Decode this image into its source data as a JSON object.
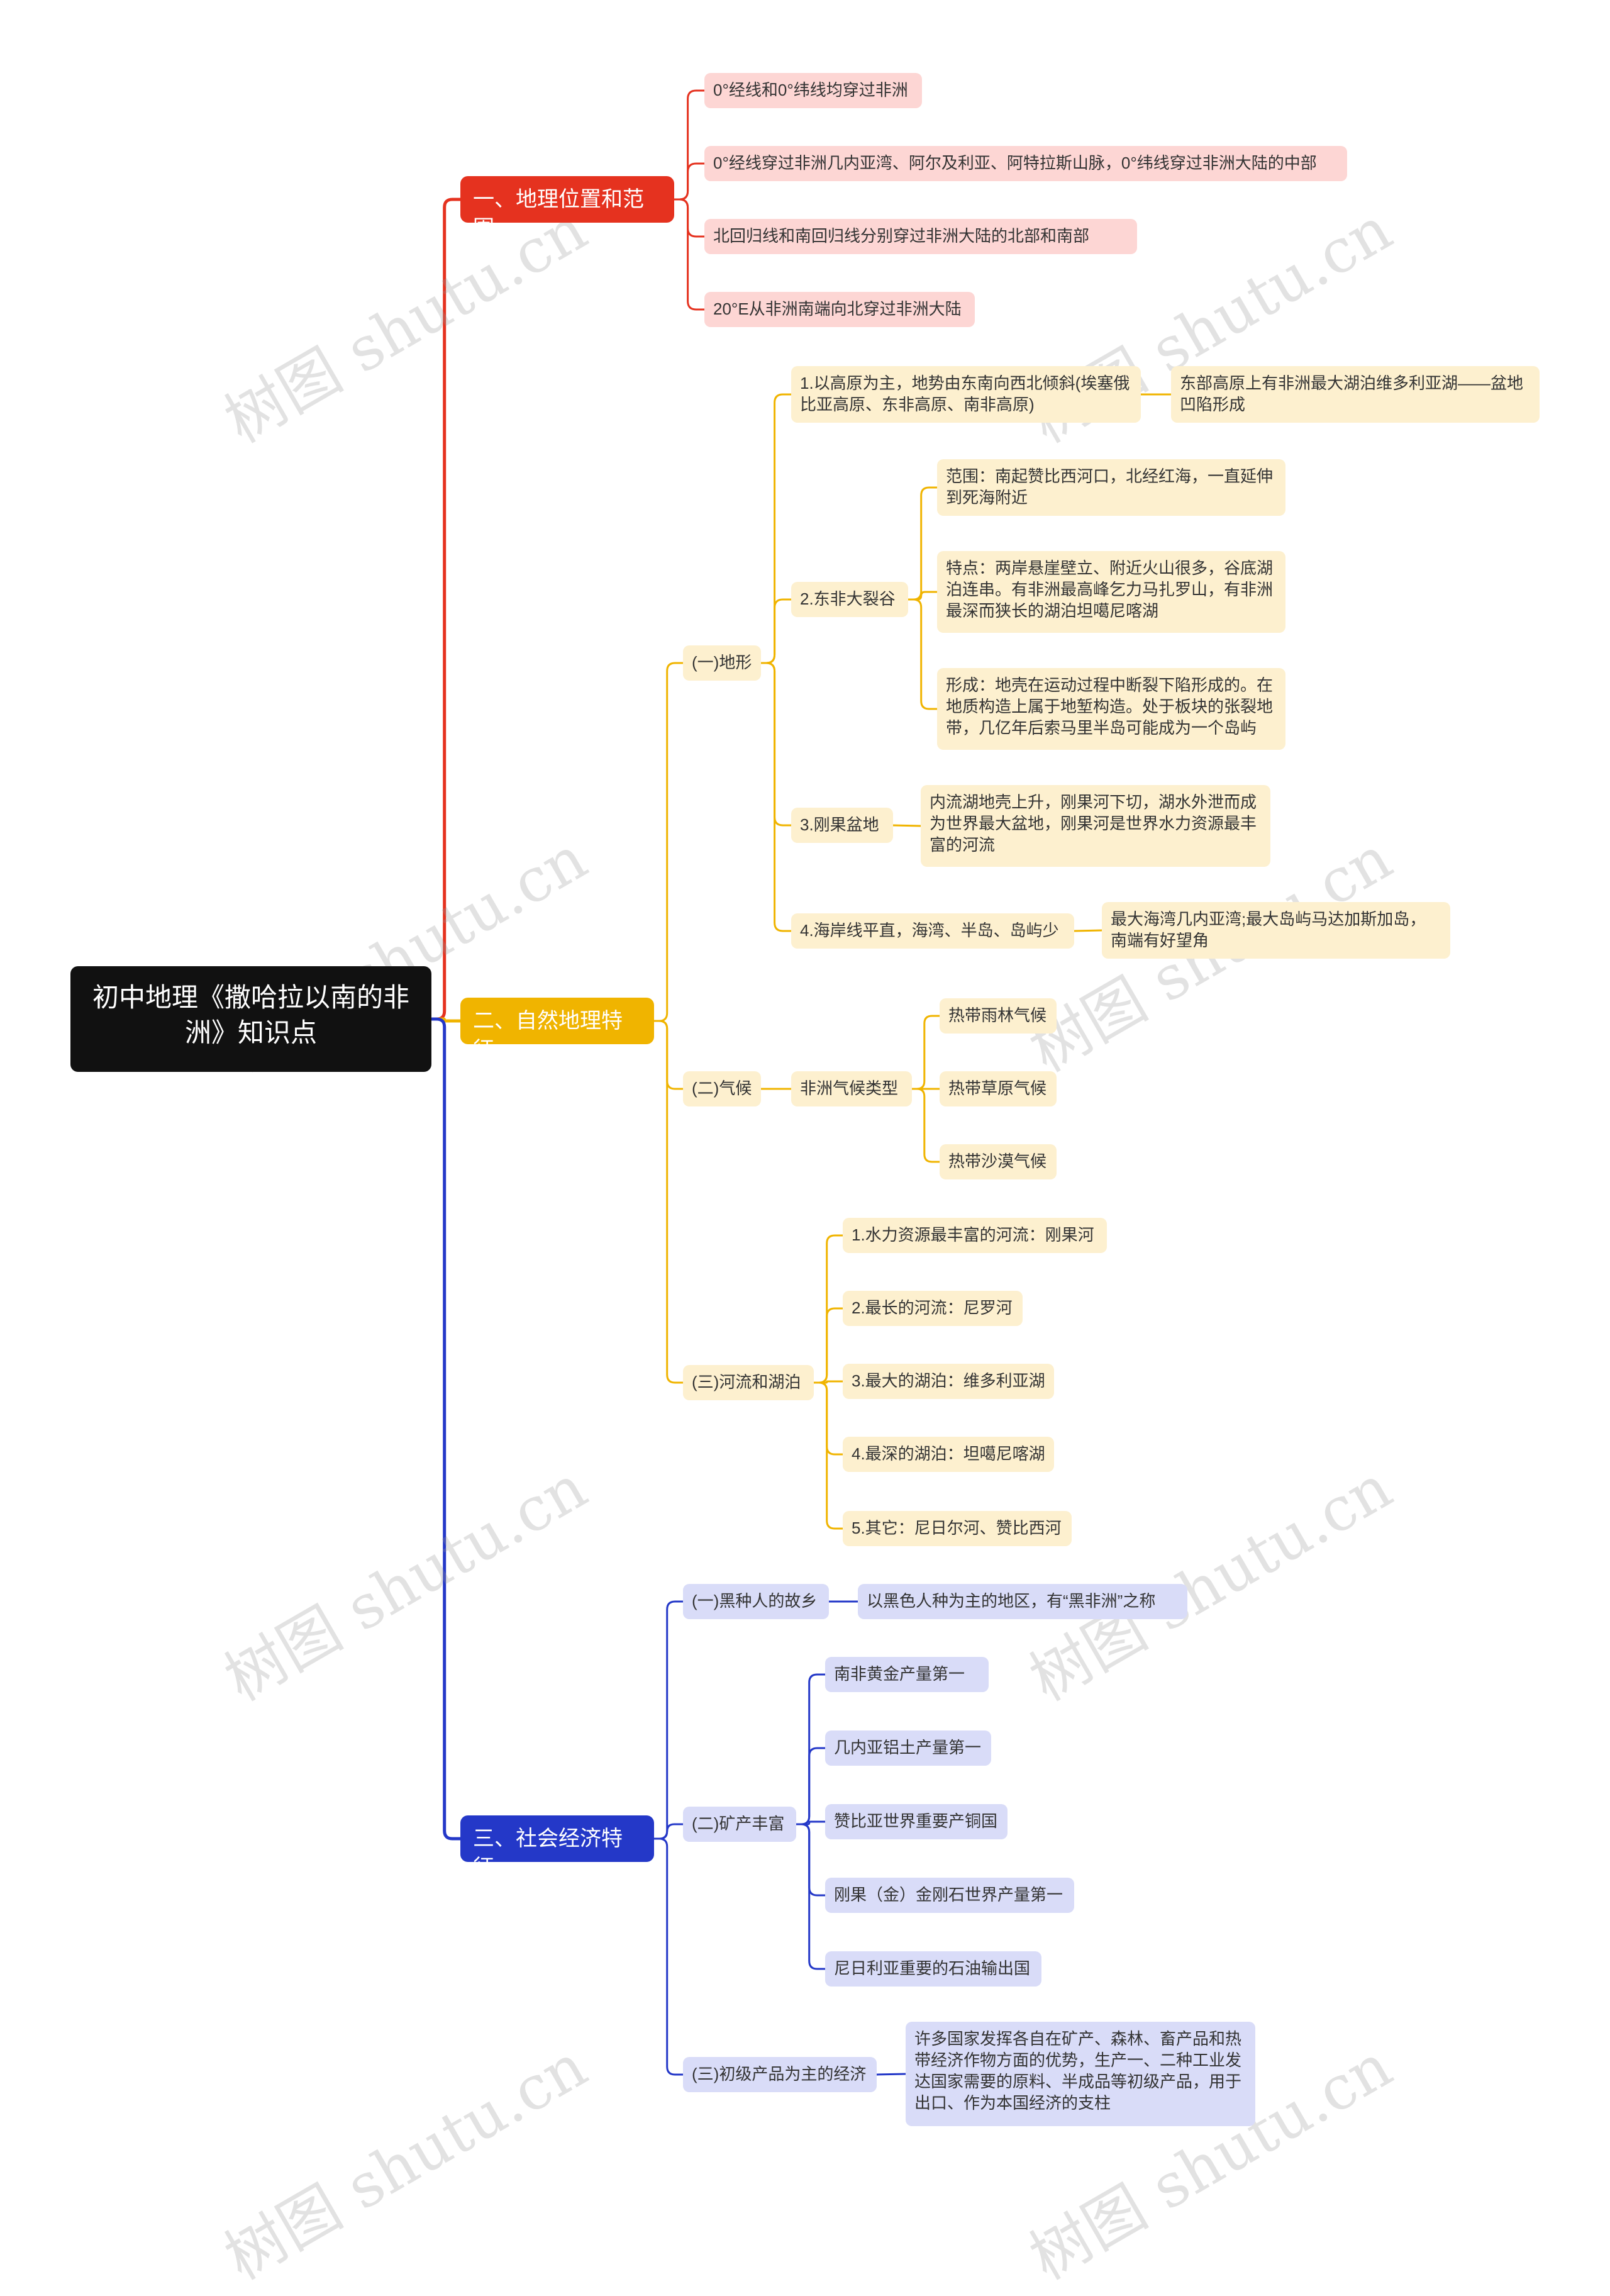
{
  "root": {
    "title": "初中地理《撒哈拉以南的非洲》知识点"
  },
  "colors": {
    "red": "#e5321f",
    "yellow": "#f0b400",
    "blue": "#2438c8"
  },
  "watermark": "树图 shutu.cn",
  "sections": {
    "geo": {
      "label": "一、地理位置和范围",
      "items": [
        "0°经线和0°纬线均穿过非洲",
        "0°经线穿过非洲几内亚湾、阿尔及利亚、阿特拉斯山脉，0°纬线穿过非洲大陆的中部",
        "北回归线和南回归线分别穿过非洲大陆的北部和南部",
        "20°E从非洲南端向北穿过非洲大陆"
      ]
    },
    "nature": {
      "label": "二、自然地理特征",
      "landform": {
        "label": "(一)地形",
        "plateau": "1.以高原为主，地势由东南向西北倾斜(埃塞俄比亚高原、东非高原、南非高原)",
        "plateau_note": "东部高原上有非洲最大湖泊维多利亚湖——盆地凹陷形成",
        "rift": "2.东非大裂谷",
        "rift_range": "范围：南起赞比西河口，北经红海，一直延伸到死海附近",
        "rift_feature": "特点：两岸悬崖壁立、附近火山很多，谷底湖泊连串。有非洲最高峰乞力马扎罗山，有非洲最深而狭长的湖泊坦噶尼喀湖",
        "rift_origin": "形成：地壳在运动过程中断裂下陷形成的。在地质构造上属于地堑构造。处于板块的张裂地带，几亿年后索马里半岛可能成为一个岛屿",
        "congo": "3.刚果盆地",
        "congo_note": "内流湖地壳上升，刚果河下切，湖水外泄而成为世界最大盆地，刚果河是世界水力资源最丰富的河流",
        "coast": "4.海岸线平直，海湾、半岛、岛屿少",
        "coast_note": "最大海湾几内亚湾;最大岛屿马达加斯加岛，南端有好望角"
      },
      "climate": {
        "label": "(二)气候",
        "types_label": "非洲气候类型",
        "types": [
          "热带雨林气候",
          "热带草原气候",
          "热带沙漠气候"
        ]
      },
      "rivers": {
        "label": "(三)河流和湖泊",
        "items": [
          "1.水力资源最丰富的河流：刚果河",
          "2.最长的河流：尼罗河",
          "3.最大的湖泊：维多利亚湖",
          "4.最深的湖泊：坦噶尼喀湖",
          "5.其它：尼日尔河、赞比西河"
        ]
      }
    },
    "society": {
      "label": "三、社会经济特征",
      "home": {
        "label": "(一)黑种人的故乡",
        "note": "以黑色人种为主的地区，有“黑非洲”之称"
      },
      "minerals": {
        "label": "(二)矿产丰富",
        "items": [
          "南非黄金产量第一",
          "几内亚铝土产量第一",
          "赞比亚世界重要产铜国",
          "刚果（金）金刚石世界产量第一",
          "尼日利亚重要的石油输出国"
        ]
      },
      "primary": {
        "label": "(三)初级产品为主的经济",
        "note": "许多国家发挥各自在矿产、森林、畜产品和热带经济作物方面的优势，生产一、二种工业发达国家需要的原料、半成品等初级产品，用于出口、作为本国经济的支柱"
      }
    }
  }
}
